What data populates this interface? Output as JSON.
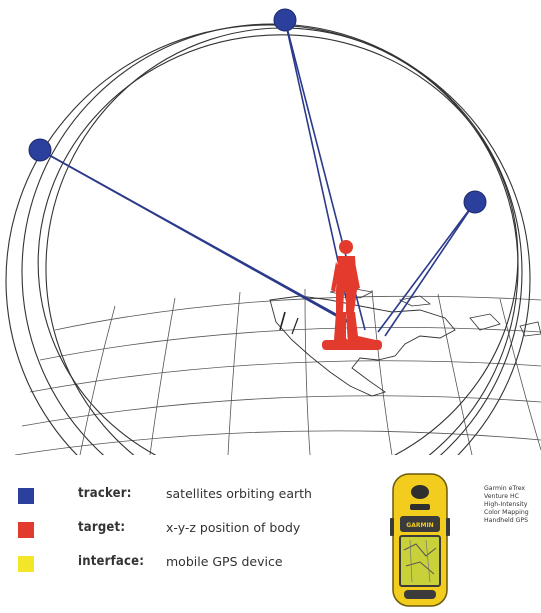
{
  "colors": {
    "tracker": "#2b3f9c",
    "target": "#e23b2e",
    "interface": "#f3e629",
    "orbit": "#333333",
    "signal_line": "#2b3a8a",
    "map_lines": "#555555",
    "device_body": "#f2cd1d",
    "device_screen": "#c9d13a"
  },
  "diagram": {
    "satellites": [
      {
        "name": "satellite-top"
      },
      {
        "name": "satellite-left"
      },
      {
        "name": "satellite-right"
      }
    ],
    "figure": "person-figure"
  },
  "legend": [
    {
      "term": "tracker:",
      "description": "satellites orbiting earth",
      "color": "#2b3f9c"
    },
    {
      "term": "target:",
      "description": "x-y-z position of body",
      "color": "#e23b2e"
    },
    {
      "term": "interface:",
      "description": "mobile GPS device",
      "color": "#f3e629"
    }
  ],
  "device": {
    "brand_label": "GARMIN",
    "spec_lines": [
      "Garmin eTrex",
      "Venture HC",
      "High-Intensity",
      "Color Mapping",
      "Handheld GPS"
    ]
  }
}
